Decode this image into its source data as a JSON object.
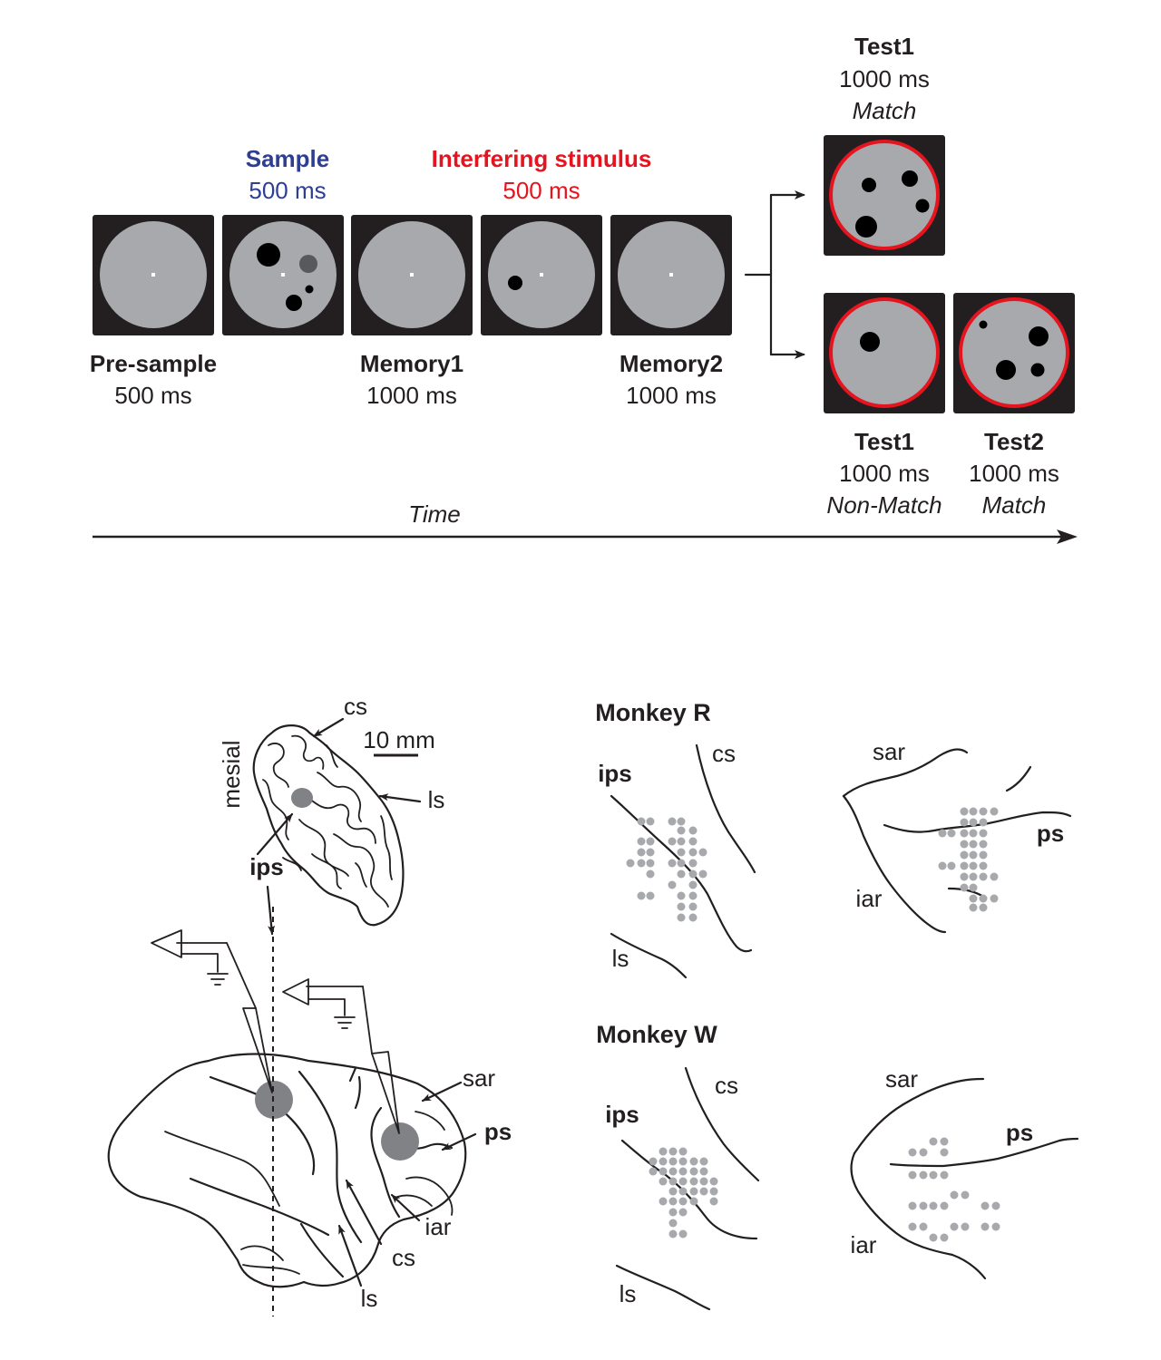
{
  "task": {
    "sample": {
      "title": "Sample",
      "duration": "500 ms",
      "color": "#2e3f93"
    },
    "interfering": {
      "title": "Interfering stimulus",
      "duration": "500 ms",
      "color": "#e5141f"
    },
    "presample": {
      "title": "Pre-sample",
      "duration": "500 ms"
    },
    "memory1": {
      "title": "Memory1",
      "duration": "1000 ms"
    },
    "memory2": {
      "title": "Memory2",
      "duration": "1000 ms"
    },
    "test1_match": {
      "title": "Test1",
      "duration": "1000 ms",
      "condition": "Match"
    },
    "test1_nonmatch": {
      "title": "Test1",
      "duration": "1000 ms",
      "condition": "Non-Match"
    },
    "test2_match": {
      "title": "Test2",
      "duration": "1000 ms",
      "condition": "Match"
    },
    "time_label": "Time",
    "colors": {
      "screen": "#231f20",
      "disc": "#a7a9ac",
      "test_ring": "#e5141f"
    }
  },
  "brain": {
    "section_labels": {
      "cs": "cs",
      "mesial": "mesial",
      "scale": "10 mm",
      "ls": "ls",
      "ips": "ips"
    },
    "lateral_labels": {
      "sar": "sar",
      "ps": "ps",
      "iar": "iar",
      "cs": "cs",
      "ls": "ls"
    }
  },
  "maps": {
    "monkey_r": {
      "title": "Monkey R",
      "parietal": {
        "ips": "ips",
        "cs": "cs",
        "ls": "ls"
      },
      "frontal": {
        "sar": "sar",
        "ps": "ps",
        "iar": "iar"
      }
    },
    "monkey_w": {
      "title": "Monkey W",
      "parietal": {
        "ips": "ips",
        "cs": "cs",
        "ls": "ls"
      },
      "frontal": {
        "sar": "sar",
        "ps": "ps",
        "iar": "iar"
      }
    }
  }
}
